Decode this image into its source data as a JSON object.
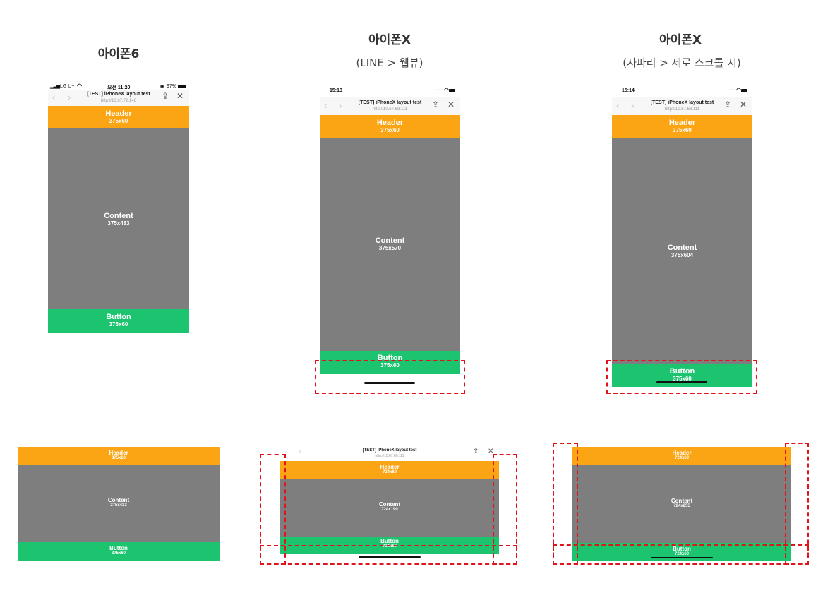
{
  "headings": {
    "col1": "아이폰6",
    "col2": "아이폰X",
    "col2_sub": "(LINE > 웹뷰)",
    "col3": "아이폰X",
    "col3_sub": "(사파리 > 세로 스크롤 시)"
  },
  "iphone6_status": {
    "carrier": "LG U+",
    "time": "오전 11:20",
    "battery": "97%"
  },
  "iphonex_status": {
    "time_line": "15:13",
    "time_safari": "15:14"
  },
  "browser": {
    "title": "[TEST] iPhoneX layout test",
    "url_6": "http://10.67.72.148",
    "url_x": "http://10.67.68.111",
    "back_icon": "chevron-left-icon",
    "forward_icon": "chevron-right-icon",
    "share_icon": "share-icon",
    "close_icon": "close-icon"
  },
  "portrait": {
    "iphone6": {
      "header": "Header",
      "header_dim": "375x60",
      "content": "Content",
      "content_dim": "375x483",
      "button": "Button",
      "button_dim": "375x60"
    },
    "line": {
      "header": "Header",
      "header_dim": "375x60",
      "content": "Content",
      "content_dim": "375x570",
      "button": "Button",
      "button_dim": "375x60"
    },
    "safari": {
      "header": "Header",
      "header_dim": "375x60",
      "content": "Content",
      "content_dim": "375x604",
      "button": "Button",
      "button_dim": "375x60"
    }
  },
  "landscape": {
    "iphone6": {
      "header": "Header",
      "header_dim": "375x60",
      "content": "Content",
      "content_dim": "375x433",
      "button": "Button",
      "button_dim": "375x60"
    },
    "line": {
      "header": "Header",
      "header_dim": "724x60",
      "content": "Content",
      "content_dim": "724x190",
      "button": "Button",
      "button_dim": "724x60"
    },
    "safari": {
      "header": "Header",
      "header_dim": "724x60",
      "content": "Content",
      "content_dim": "724x255",
      "button": "Button",
      "button_dim": "724x60"
    }
  },
  "colors": {
    "header": "#fba414",
    "content": "#7e7e7e",
    "button": "#1cc46f",
    "highlight": "#e0141a"
  }
}
